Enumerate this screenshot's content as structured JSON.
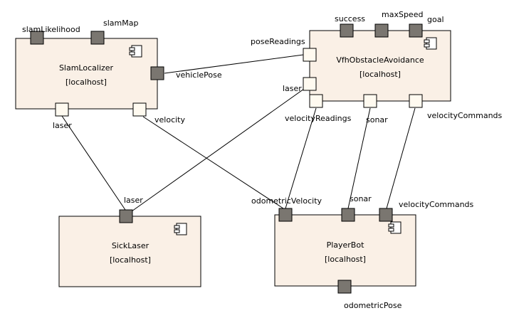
{
  "components": {
    "slam": {
      "name": "SlamLocalizer",
      "host": "[localhost]"
    },
    "vfh": {
      "name": "VfhObstacleAvoidance",
      "host": "[localhost]"
    },
    "sick": {
      "name": "SickLaser",
      "host": "[localhost]"
    },
    "player": {
      "name": "PlayerBot",
      "host": "[localhost]"
    }
  },
  "ports": {
    "slam_likelihood": "slamLikelihood",
    "slam_map": "slamMap",
    "slam_vehicle_pose": "vehiclePose",
    "slam_laser": "laser",
    "slam_velocity": "velocity",
    "vfh_success": "success",
    "vfh_max_speed": "maxSpeed",
    "vfh_goal": "goal",
    "vfh_pose_readings": "poseReadings",
    "vfh_laser": "laser",
    "vfh_velocity_readings": "velocityReadings",
    "vfh_sonar": "sonar",
    "vfh_velocity_commands": "velocityCommands",
    "sick_laser": "laser",
    "player_odometric_velocity": "odometricVelocity",
    "player_sonar": "sonar",
    "player_velocity_commands": "velocityCommands",
    "player_odometric_pose": "odometricPose"
  },
  "colors": {
    "component_fill": "#faf0e6",
    "provided_port": "#7a7670",
    "required_port": "#fffaf0"
  },
  "icons": {
    "component": "uml-component-icon"
  }
}
